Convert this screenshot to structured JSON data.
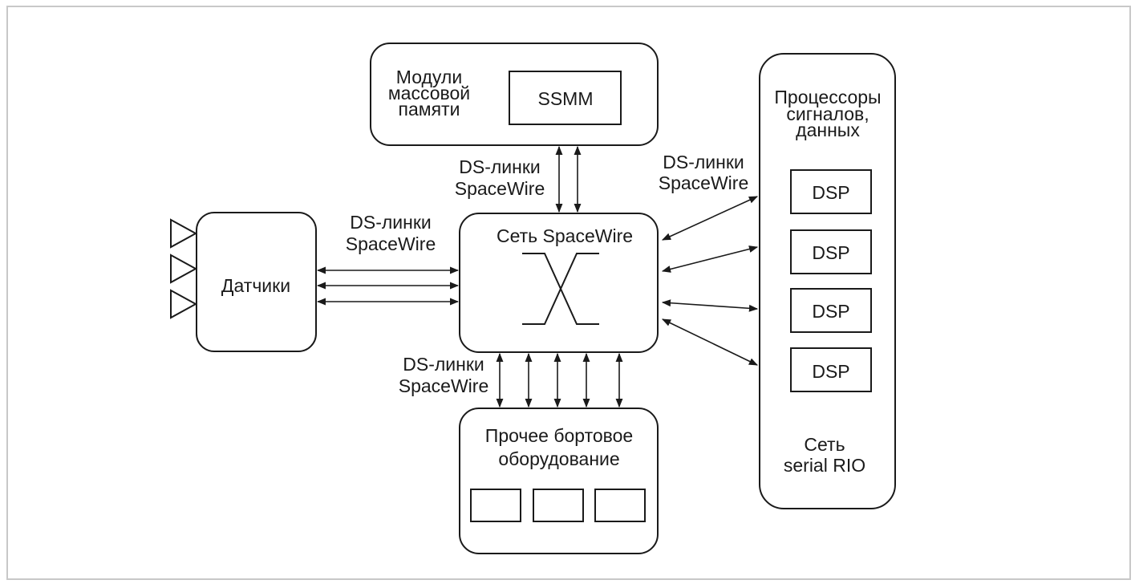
{
  "mass_storage": {
    "title_lines": [
      "Модули",
      "массовой",
      "памяти"
    ],
    "inner_label": "SSMM"
  },
  "network": {
    "title": "Сеть SpaceWire"
  },
  "sensors": {
    "title": "Датчики"
  },
  "onboard": {
    "title_lines": [
      "Прочее бортовое",
      "оборудование"
    ]
  },
  "processors": {
    "title_lines": [
      "Процессоры",
      "сигналов,",
      "данных"
    ],
    "dsp_labels": [
      "DSP",
      "DSP",
      "DSP",
      "DSP"
    ],
    "bottom_lines": [
      "Сеть",
      "serial RIO"
    ]
  },
  "links": {
    "top": [
      "DS-линки",
      "SpaceWire"
    ],
    "right": [
      "DS-линки",
      "SpaceWire"
    ],
    "left": [
      "DS-линки",
      "SpaceWire"
    ],
    "bottom": [
      "DS-линки",
      "SpaceWire"
    ]
  },
  "colors": {
    "stroke": "#1a1a1a",
    "frame": "#c8c8c8"
  }
}
